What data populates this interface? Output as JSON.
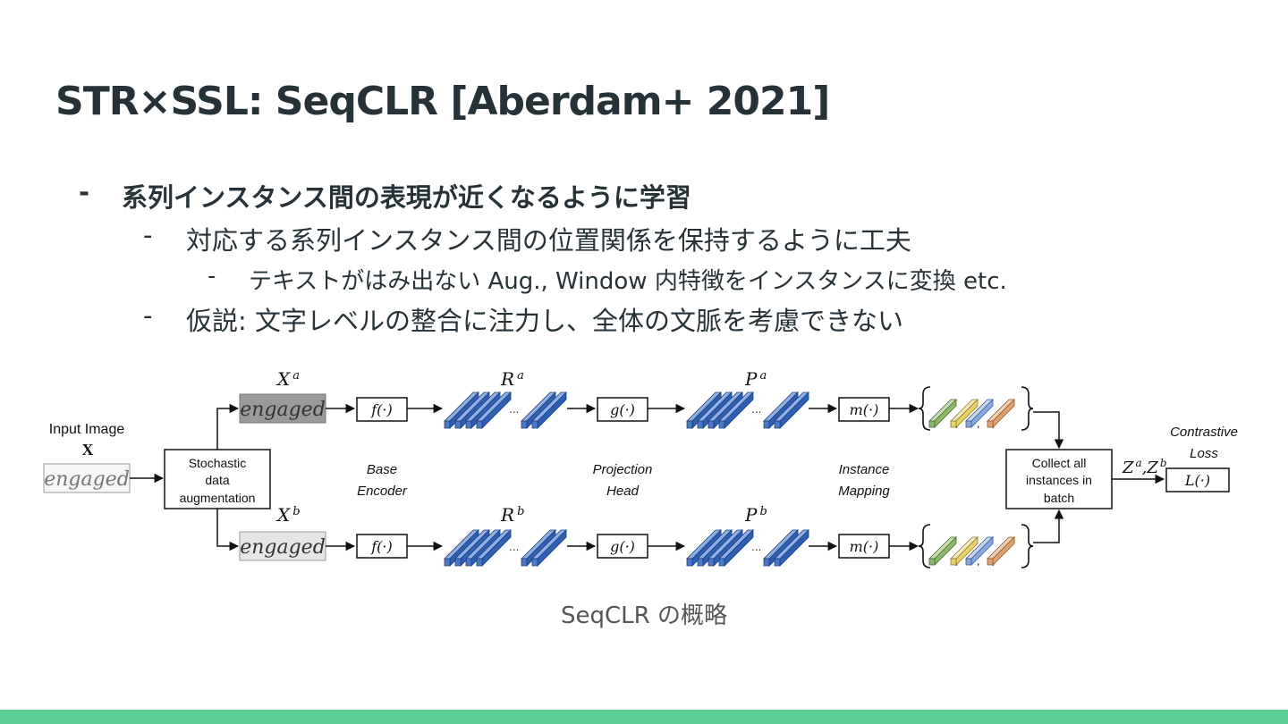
{
  "slide": {
    "title": "STR×SSL: SeqCLR [Aberdam+ 2021]",
    "bullets": [
      {
        "mark": "-",
        "text": "系列インスタンス間の表現が近くなるように学習"
      },
      {
        "mark": "-",
        "text": "対応する系列インスタンス間の位置関係を保持するように工夫"
      },
      {
        "mark": "-",
        "text": "テキストがはみ出ない Aug., Window 内特徴をインスタンスに変換 etc."
      },
      {
        "mark": "-",
        "text": "仮説: 文字レベルの整合に注力し、全体の文脈を考慮できない"
      }
    ],
    "caption": "SeqCLR の概略",
    "accent_color": "#5cce93"
  },
  "diagram": {
    "input_label": "Input Image",
    "input_symbol": "X",
    "input_word": "engaged",
    "augmentation": [
      "Stochastic",
      "data",
      "augmentation"
    ],
    "xa_label": "X",
    "xa_sup": "a",
    "xb_label": "X",
    "xb_sup": "b",
    "ra_label": "R",
    "ra_sup": "a",
    "rb_label": "R",
    "rb_sup": "b",
    "pa_label": "P",
    "pa_sup": "a",
    "pb_label": "P",
    "pb_sup": "b",
    "f_box": "f(·)",
    "g_box": "g(·)",
    "m_box": "m(·)",
    "base_encoder": [
      "Base",
      "Encoder"
    ],
    "projection_head": [
      "Projection",
      "Head"
    ],
    "instance_mapping": [
      "Instance",
      "Mapping"
    ],
    "collect": [
      "Collect all",
      "instances in",
      "batch"
    ],
    "z_label": "Z",
    "z_sup_a": "a",
    "z_sep": ",Z",
    "z_sup_b": "b",
    "contrastive": [
      "Contrastive",
      "Loss"
    ],
    "loss_box": "L(·)",
    "ellipsis": "...",
    "colors": {
      "feature_blue": "#4a78c8",
      "instance_green": "#8cb86a",
      "instance_yellow": "#e8d36a",
      "instance_blue": "#8aa8df",
      "instance_orange": "#e0a070"
    }
  }
}
